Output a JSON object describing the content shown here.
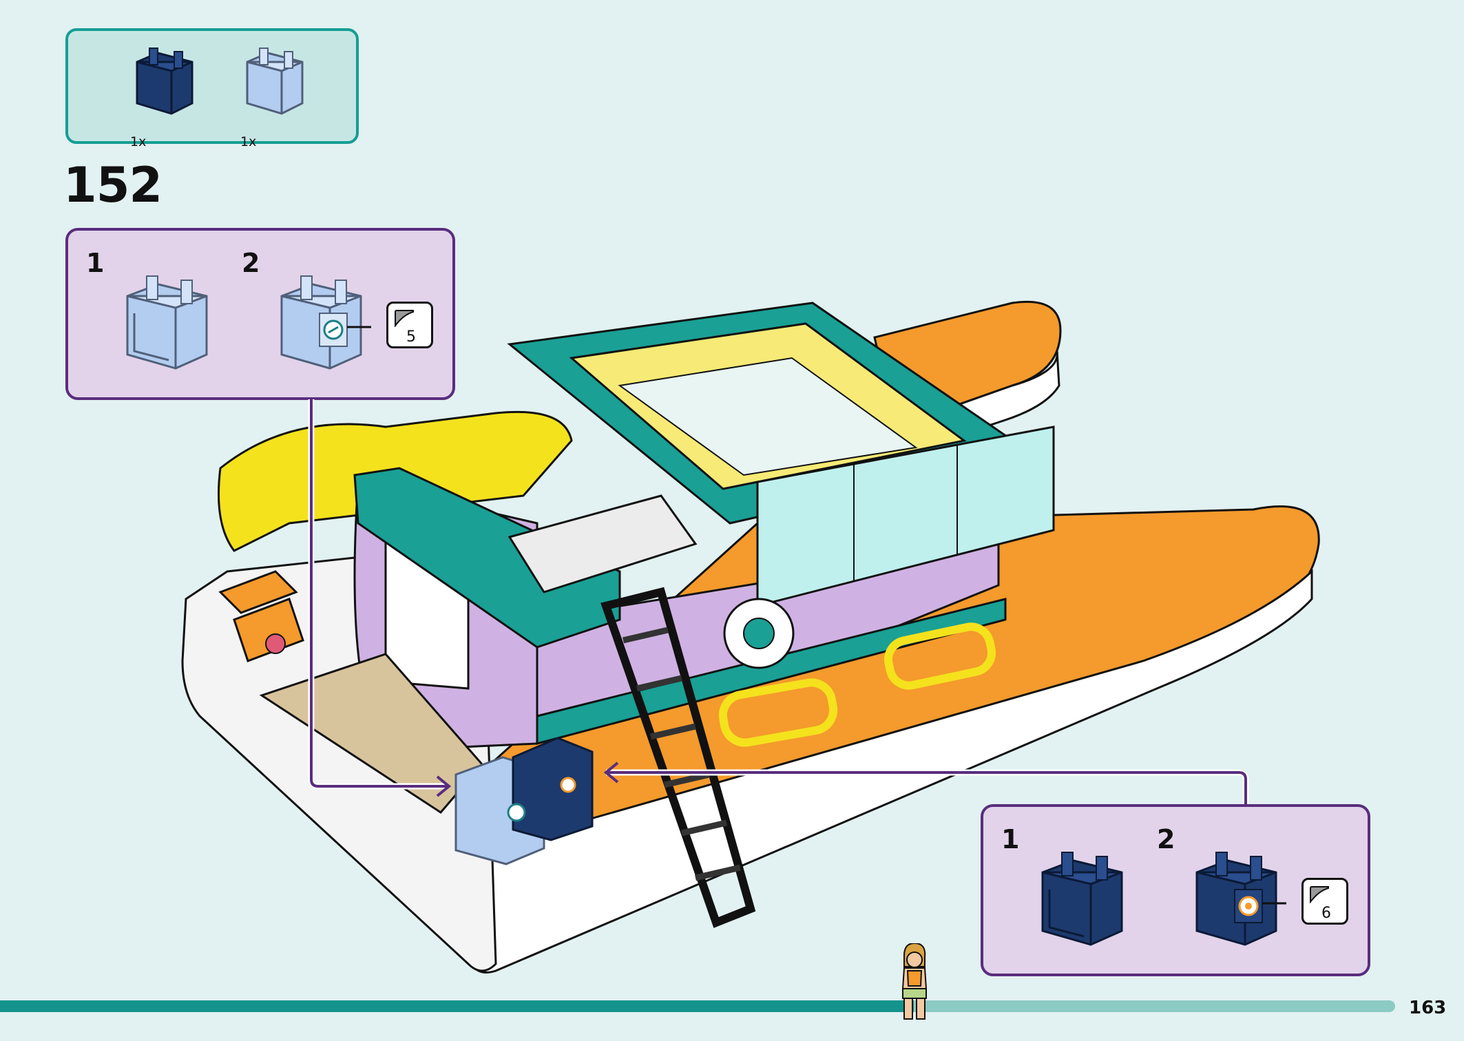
{
  "parts_needed": [
    {
      "name": "dark-blue-container",
      "color": "#1d3a6e",
      "quantity": "1x"
    },
    {
      "name": "light-blue-container",
      "color": "#b3cdf0",
      "quantity": "1x"
    }
  ],
  "step": {
    "number": "152"
  },
  "substep_left": {
    "steps": [
      "1",
      "2"
    ],
    "part_color": "#b3cdf0",
    "sticker_number": "5"
  },
  "substep_right": {
    "steps": [
      "1",
      "2"
    ],
    "part_color": "#1d3a6e",
    "sticker_number": "6"
  },
  "colors": {
    "orange": "#f59a2c",
    "teal": "#159e94",
    "lavender": "#cfb2e3",
    "yellow": "#f4e21d",
    "arrow": "#5a2d7e"
  },
  "progress": {
    "fraction": 0.655
  },
  "page_number": "163"
}
